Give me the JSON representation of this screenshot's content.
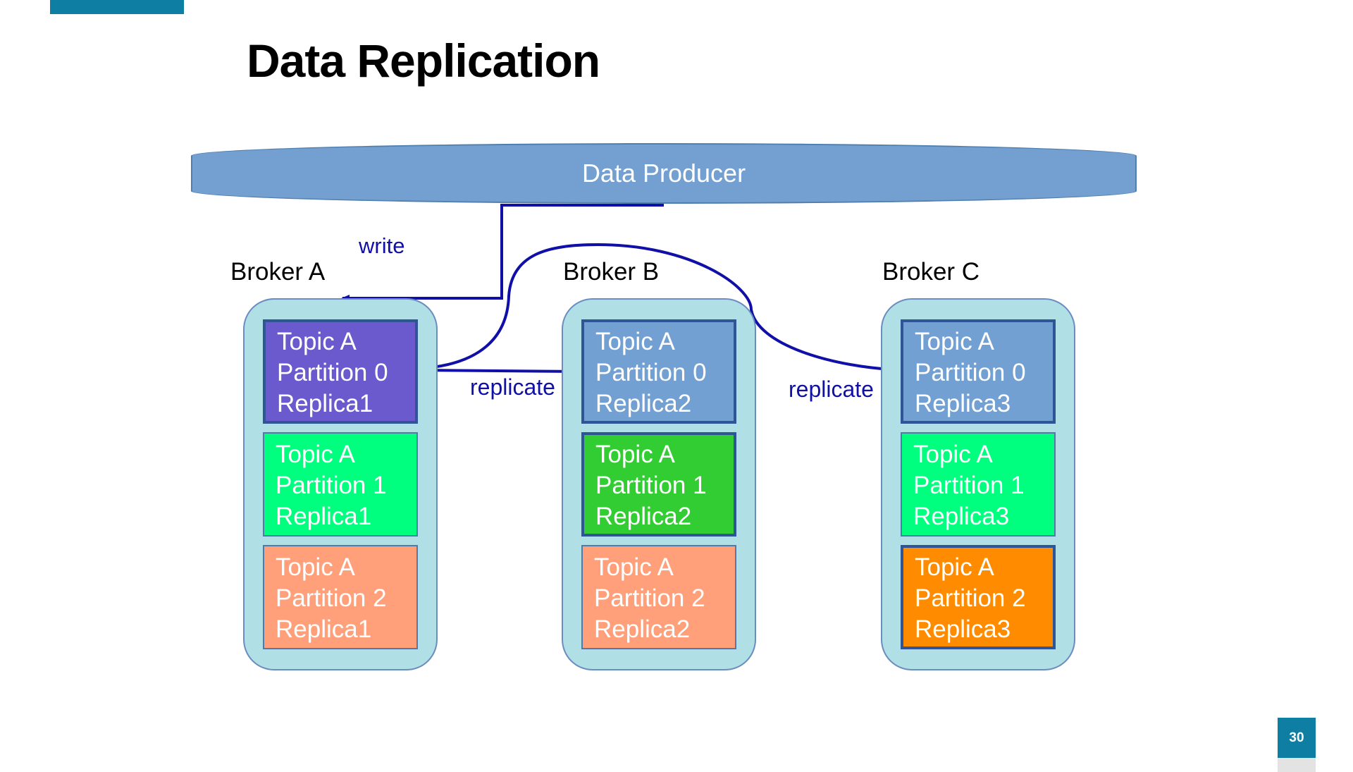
{
  "slide": {
    "title": "Data Replication",
    "page_number": "30",
    "accent_color": "#0e7fa3"
  },
  "producer": {
    "label": "Data Producer",
    "fill": "#739fd1"
  },
  "edges": {
    "write_label": "write",
    "replicate_ab_label": "replicate",
    "replicate_bc_label": "replicate",
    "color": "#1010a8"
  },
  "colors": {
    "broker_fill": "#b0dfe6"
  },
  "brokers": [
    {
      "label": "Broker A",
      "cells": [
        {
          "line1": "Topic A",
          "line2": "Partition 0",
          "line3": "Replica1",
          "fill": "#6a5acd",
          "leader": true
        },
        {
          "line1": "Topic A",
          "line2": "Partition 1",
          "line3": "Replica1",
          "fill": "#00ff7f",
          "leader": false
        },
        {
          "line1": "Topic A",
          "line2": "Partition 2",
          "line3": "Replica1",
          "fill": "#ffa07a",
          "leader": false
        }
      ]
    },
    {
      "label": "Broker B",
      "cells": [
        {
          "line1": "Topic A",
          "line2": "Partition 0",
          "line3": "Replica2",
          "fill": "#73a0d2",
          "leader": true
        },
        {
          "line1": "Topic A",
          "line2": "Partition 1",
          "line3": "Replica2",
          "fill": "#32cd32",
          "leader": true
        },
        {
          "line1": "Topic A",
          "line2": "Partition 2",
          "line3": "Replica2",
          "fill": "#ffa07a",
          "leader": false
        }
      ]
    },
    {
      "label": "Broker C",
      "cells": [
        {
          "line1": "Topic A",
          "line2": "Partition 0",
          "line3": "Replica3",
          "fill": "#73a0d2",
          "leader": true
        },
        {
          "line1": "Topic A",
          "line2": "Partition 1",
          "line3": "Replica3",
          "fill": "#00ff7f",
          "leader": false
        },
        {
          "line1": "Topic A",
          "line2": "Partition 2",
          "line3": "Replica3",
          "fill": "#ff8c00",
          "leader": true
        }
      ]
    }
  ]
}
